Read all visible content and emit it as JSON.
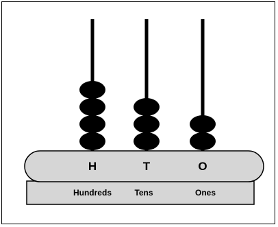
{
  "abacus": {
    "columns": [
      {
        "letter": "H",
        "name": "Hundreds",
        "beads": 4
      },
      {
        "letter": "T",
        "name": "Tens",
        "beads": 3
      },
      {
        "letter": "O",
        "name": "Ones",
        "beads": 2
      }
    ],
    "colors": {
      "bead": "#000000",
      "rod": "#000000",
      "base": "#d6d6d6",
      "outline": "#000000",
      "text": "#000000"
    }
  }
}
